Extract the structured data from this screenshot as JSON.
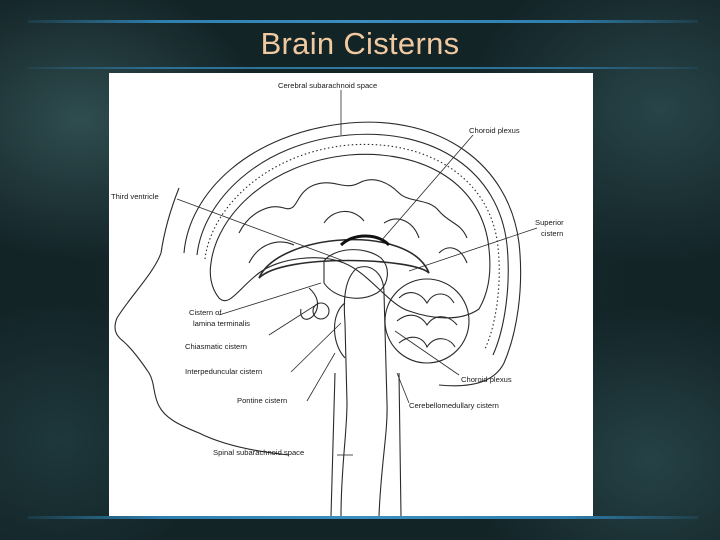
{
  "slide": {
    "title": "Brain Cisterns"
  },
  "diagram": {
    "labels": {
      "cerebral_subarachnoid_space": "Cerebral subarachnoid space",
      "choroid_plexus_upper": "Choroid plexus",
      "third_ventricle": "Third ventricle",
      "superior_cistern_line1": "Superior",
      "superior_cistern_line2": "cistern",
      "cistern_lamina_line1": "Cistern of",
      "cistern_lamina_line2": "lamina terminalis",
      "chiasmatic_cistern": "Chiasmatic cistern",
      "interpeduncular_cistern": "Interpeduncular cistern",
      "pontine_cistern": "Pontine cistern",
      "choroid_plexus_lower": "Choroid plexus",
      "cerebellomedullary_cistern": "Cerebellomedullary cistern",
      "spinal_subarachnoid_space": "Spinal subarachnoid space"
    }
  },
  "colors": {
    "title": "#f0c9a0",
    "rule": "#2f7fae",
    "background": "#132427",
    "ink": "#1a1a1a"
  }
}
